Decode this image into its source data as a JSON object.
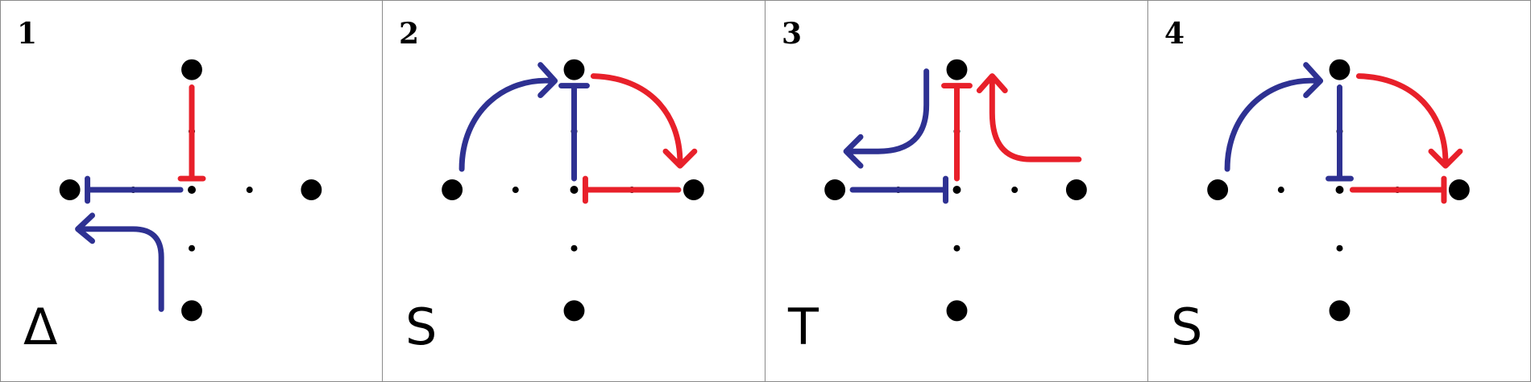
{
  "colors": {
    "red": "#e8202a",
    "blue": "#2e3192",
    "black": "#000000"
  },
  "panels": [
    {
      "number": "1",
      "symbol": "Δ"
    },
    {
      "number": "2",
      "symbol": "S"
    },
    {
      "number": "3",
      "symbol": "T"
    },
    {
      "number": "4",
      "symbol": "S"
    }
  ]
}
